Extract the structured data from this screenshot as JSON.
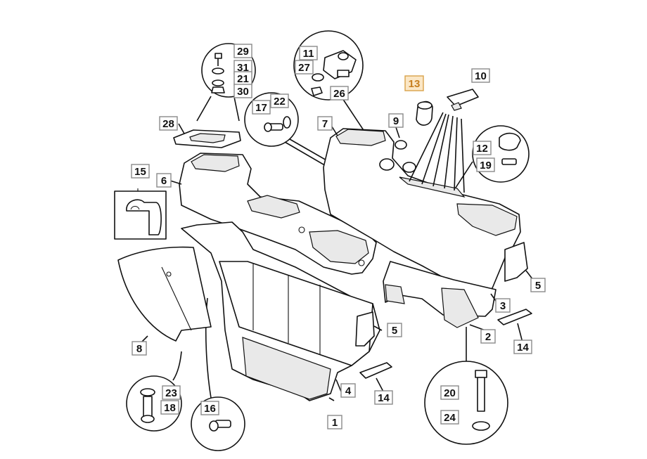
{
  "diagram": {
    "highlight_color": "#d9a24a",
    "labels": [
      {
        "id": "29",
        "text": "29",
        "highlighted": false
      },
      {
        "id": "31",
        "text": "31",
        "highlighted": false
      },
      {
        "id": "21",
        "text": "21",
        "highlighted": false
      },
      {
        "id": "30",
        "text": "30",
        "highlighted": false
      },
      {
        "id": "11",
        "text": "11",
        "highlighted": false
      },
      {
        "id": "27",
        "text": "27",
        "highlighted": false
      },
      {
        "id": "26",
        "text": "26",
        "highlighted": false
      },
      {
        "id": "13",
        "text": "13",
        "highlighted": true
      },
      {
        "id": "10",
        "text": "10",
        "highlighted": false
      },
      {
        "id": "17",
        "text": "17",
        "highlighted": false
      },
      {
        "id": "22",
        "text": "22",
        "highlighted": false
      },
      {
        "id": "28",
        "text": "28",
        "highlighted": false
      },
      {
        "id": "7",
        "text": "7",
        "highlighted": false
      },
      {
        "id": "9",
        "text": "9",
        "highlighted": false
      },
      {
        "id": "12",
        "text": "12",
        "highlighted": false
      },
      {
        "id": "19",
        "text": "19",
        "highlighted": false
      },
      {
        "id": "15",
        "text": "15",
        "highlighted": false
      },
      {
        "id": "6",
        "text": "6",
        "highlighted": false
      },
      {
        "id": "5a",
        "text": "5",
        "highlighted": false
      },
      {
        "id": "3",
        "text": "3",
        "highlighted": false
      },
      {
        "id": "2",
        "text": "2",
        "highlighted": false
      },
      {
        "id": "14a",
        "text": "14",
        "highlighted": false
      },
      {
        "id": "5b",
        "text": "5",
        "highlighted": false
      },
      {
        "id": "8",
        "text": "8",
        "highlighted": false
      },
      {
        "id": "4",
        "text": "4",
        "highlighted": false
      },
      {
        "id": "14b",
        "text": "14",
        "highlighted": false
      },
      {
        "id": "23",
        "text": "23",
        "highlighted": false
      },
      {
        "id": "18",
        "text": "18",
        "highlighted": false
      },
      {
        "id": "16",
        "text": "16",
        "highlighted": false
      },
      {
        "id": "1",
        "text": "1",
        "highlighted": false
      },
      {
        "id": "20",
        "text": "20",
        "highlighted": false
      },
      {
        "id": "24",
        "text": "24",
        "highlighted": false
      }
    ]
  }
}
